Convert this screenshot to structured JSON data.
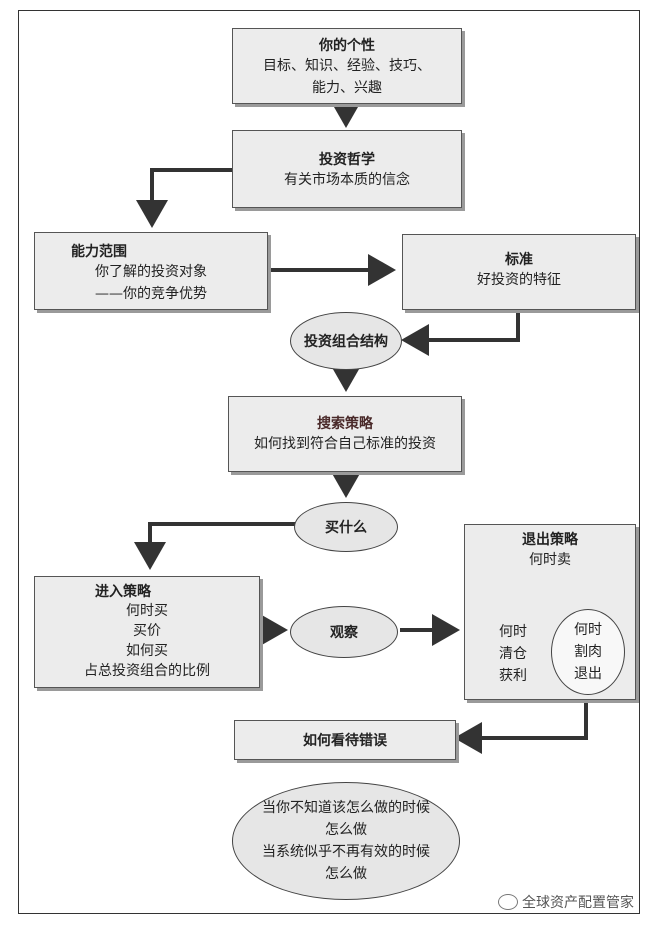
{
  "personality": {
    "title": "你的个性",
    "lines": [
      "目标、知识、经验、技巧、",
      "能力、兴趣"
    ]
  },
  "philosophy": {
    "title": "投资哲学",
    "lines": [
      "有关市场本质的信念"
    ]
  },
  "competence": {
    "title": "能力范围",
    "lines": [
      "你了解的投资对象",
      "——你的竞争优势"
    ]
  },
  "criteria": {
    "title": "标准",
    "lines": [
      "好投资的特征"
    ]
  },
  "portfolio": {
    "title": "投资组合结构"
  },
  "search": {
    "title": "搜索策略",
    "lines": [
      "如何找到符合自己标准的投资"
    ]
  },
  "what_to_buy": {
    "title": "买什么"
  },
  "entry": {
    "title": "进入策略",
    "lines": [
      "何时买",
      "买价",
      "如何买",
      "占总投资组合的比例"
    ]
  },
  "observe": {
    "title": "观察"
  },
  "exit": {
    "title": "退出策略",
    "subtitle": "何时卖",
    "left": [
      "何时",
      "清仓",
      "获利"
    ],
    "right": [
      "何时",
      "割肉",
      "退出"
    ]
  },
  "mistakes": {
    "title": "如何看待错误"
  },
  "system": {
    "lines": [
      "当你不知道该怎么做的时候",
      "怎么做",
      "当系统似乎不再有效的时候",
      "怎么做"
    ]
  },
  "watermark": "全球资产配置管家"
}
